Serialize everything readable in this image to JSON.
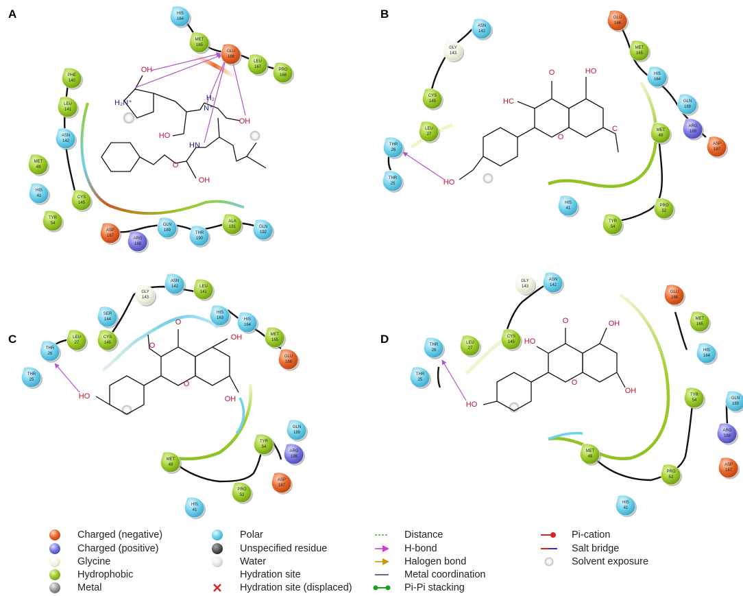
{
  "panels": [
    {
      "label": "A",
      "residues": [
        {
          "name": "HIS",
          "num": "164",
          "type": "polar"
        },
        {
          "name": "MET",
          "num": "165",
          "type": "hydrophobic"
        },
        {
          "name": "GLU",
          "num": "166",
          "type": "negative"
        },
        {
          "name": "LEU",
          "num": "167",
          "type": "hydrophobic"
        },
        {
          "name": "PRO",
          "num": "168",
          "type": "hydrophobic"
        },
        {
          "name": "PHE",
          "num": "140",
          "type": "hydrophobic"
        },
        {
          "name": "LEU",
          "num": "141",
          "type": "hydrophobic"
        },
        {
          "name": "ASN",
          "num": "142",
          "type": "polar"
        },
        {
          "name": "MET",
          "num": "49",
          "type": "hydrophobic"
        },
        {
          "name": "HIS",
          "num": "41",
          "type": "polar"
        },
        {
          "name": "CYS",
          "num": "145",
          "type": "hydrophobic"
        },
        {
          "name": "TYR",
          "num": "54",
          "type": "hydrophobic"
        },
        {
          "name": "ASP",
          "num": "187",
          "type": "negative"
        },
        {
          "name": "ARG",
          "num": "188",
          "type": "positive"
        },
        {
          "name": "GLN",
          "num": "189",
          "type": "polar"
        },
        {
          "name": "THR",
          "num": "190",
          "type": "polar"
        },
        {
          "name": "ALA",
          "num": "191",
          "type": "hydrophobic"
        },
        {
          "name": "GLN",
          "num": "192",
          "type": "polar"
        }
      ],
      "atoms": [
        "OH",
        "H₂N⁺",
        "H₂",
        "N⁺",
        "OH",
        "HO",
        "HN",
        "O",
        "OH"
      ]
    },
    {
      "label": "B",
      "residues": [
        {
          "name": "ASN",
          "num": "142",
          "type": "polar"
        },
        {
          "name": "GLY",
          "num": "143",
          "type": "glycine"
        },
        {
          "name": "CYS",
          "num": "145",
          "type": "hydrophobic"
        },
        {
          "name": "LEU",
          "num": "27",
          "type": "hydrophobic"
        },
        {
          "name": "THR",
          "num": "26",
          "type": "polar"
        },
        {
          "name": "THR",
          "num": "25",
          "type": "polar"
        },
        {
          "name": "GLU",
          "num": "166",
          "type": "negative"
        },
        {
          "name": "MET",
          "num": "165",
          "type": "hydrophobic"
        },
        {
          "name": "HIS",
          "num": "164",
          "type": "polar"
        },
        {
          "name": "GLN",
          "num": "189",
          "type": "polar"
        },
        {
          "name": "ARG",
          "num": "188",
          "type": "positive"
        },
        {
          "name": "ASP",
          "num": "187",
          "type": "negative"
        },
        {
          "name": "MET",
          "num": "49",
          "type": "hydrophobic"
        },
        {
          "name": "HIS",
          "num": "41",
          "type": "polar"
        },
        {
          "name": "PRO",
          "num": "52",
          "type": "hydrophobic"
        },
        {
          "name": "TYR",
          "num": "54",
          "type": "hydrophobic"
        }
      ],
      "atoms": [
        "O",
        "HO",
        "HC",
        "O",
        "C",
        "HO"
      ]
    },
    {
      "label": "C",
      "residues": [
        {
          "name": "GLY",
          "num": "143",
          "type": "glycine"
        },
        {
          "name": "ASN",
          "num": "142",
          "type": "polar"
        },
        {
          "name": "LEU",
          "num": "141",
          "type": "hydrophobic"
        },
        {
          "name": "SER",
          "num": "144",
          "type": "polar"
        },
        {
          "name": "CYS",
          "num": "145",
          "type": "hydrophobic"
        },
        {
          "name": "LEU",
          "num": "27",
          "type": "hydrophobic"
        },
        {
          "name": "THR",
          "num": "26",
          "type": "polar"
        },
        {
          "name": "THR",
          "num": "25",
          "type": "polar"
        },
        {
          "name": "HIS",
          "num": "163",
          "type": "polar"
        },
        {
          "name": "HIS",
          "num": "164",
          "type": "polar"
        },
        {
          "name": "MET",
          "num": "165",
          "type": "hydrophobic"
        },
        {
          "name": "GLU",
          "num": "166",
          "type": "negative"
        },
        {
          "name": "GLN",
          "num": "189",
          "type": "polar"
        },
        {
          "name": "TYR",
          "num": "54",
          "type": "hydrophobic"
        },
        {
          "name": "ARG",
          "num": "188",
          "type": "positive"
        },
        {
          "name": "MET",
          "num": "49",
          "type": "hydrophobic"
        },
        {
          "name": "PRO",
          "num": "52",
          "type": "hydrophobic"
        },
        {
          "name": "ASP",
          "num": "187",
          "type": "negative"
        },
        {
          "name": "HIS",
          "num": "41",
          "type": "polar"
        }
      ],
      "atoms": [
        "HO",
        "O",
        "O",
        "O",
        "OH",
        "OH"
      ]
    },
    {
      "label": "D",
      "residues": [
        {
          "name": "GLY",
          "num": "143",
          "type": "glycine"
        },
        {
          "name": "ASN",
          "num": "142",
          "type": "polar"
        },
        {
          "name": "CYS",
          "num": "145",
          "type": "hydrophobic"
        },
        {
          "name": "THR",
          "num": "26",
          "type": "polar"
        },
        {
          "name": "LEU",
          "num": "27",
          "type": "hydrophobic"
        },
        {
          "name": "THR",
          "num": "25",
          "type": "polar"
        },
        {
          "name": "GLU",
          "num": "166",
          "type": "negative"
        },
        {
          "name": "MET",
          "num": "165",
          "type": "hydrophobic"
        },
        {
          "name": "HIS",
          "num": "164",
          "type": "polar"
        },
        {
          "name": "GLN",
          "num": "189",
          "type": "polar"
        },
        {
          "name": "ARG",
          "num": "188",
          "type": "positive"
        },
        {
          "name": "ASP",
          "num": "187",
          "type": "negative"
        },
        {
          "name": "TYR",
          "num": "54",
          "type": "hydrophobic"
        },
        {
          "name": "MET",
          "num": "49",
          "type": "hydrophobic"
        },
        {
          "name": "PRO",
          "num": "52",
          "type": "hydrophobic"
        },
        {
          "name": "HIS",
          "num": "41",
          "type": "polar"
        }
      ],
      "atoms": [
        "HO",
        "O",
        "OH",
        "HO",
        "O",
        "OH"
      ]
    }
  ],
  "legend": [
    {
      "label": "Charged (negative)",
      "symbol": "ball",
      "color": "#e8662a"
    },
    {
      "label": "Charged (positive)",
      "symbol": "ball",
      "color": "#7b78e3"
    },
    {
      "label": "Glycine",
      "symbol": "ball",
      "color": "#f4f4e4"
    },
    {
      "label": "Hydrophobic",
      "symbol": "ball",
      "color": "#9ccc2a"
    },
    {
      "label": "Metal",
      "symbol": "ball",
      "color": "#9a9a9a"
    },
    {
      "label": "Polar",
      "symbol": "ball",
      "color": "#6fd0ea"
    },
    {
      "label": "Unspecified residue",
      "symbol": "ball",
      "color": "#555555"
    },
    {
      "label": "Water",
      "symbol": "ball",
      "color": "#e6e6e6"
    },
    {
      "label": "Hydration site",
      "symbol": "none",
      "color": "#ffffff"
    },
    {
      "label": "Hydration site (displaced)",
      "symbol": "cross",
      "color": "#e02020"
    },
    {
      "label": "Distance",
      "symbol": "dashed",
      "color": "#2fb52f"
    },
    {
      "label": "H-bond",
      "symbol": "arrow",
      "color": "#d23ad2"
    },
    {
      "label": "Halogen bond",
      "symbol": "arrow",
      "color": "#cc9900"
    },
    {
      "label": "Metal coordination",
      "symbol": "line",
      "color": "#7a5a9a"
    },
    {
      "label": "Pi-Pi stacking",
      "symbol": "dumbbell",
      "color": "#19a019"
    },
    {
      "label": "Pi-cation",
      "symbol": "lineball",
      "color": "#e02020"
    },
    {
      "label": "Salt bridge",
      "symbol": "twoline",
      "color": "#7a2aa8"
    },
    {
      "label": "Solvent exposure",
      "symbol": "ring",
      "color": "#bbbbbb"
    }
  ],
  "colors": {
    "negative": "#e8662a",
    "positive": "#7b78e3",
    "glycine": "#f4f4e4",
    "hydrophobic": "#9ccc2a",
    "polar": "#6fd0ea",
    "hbond": "#b055c8"
  }
}
